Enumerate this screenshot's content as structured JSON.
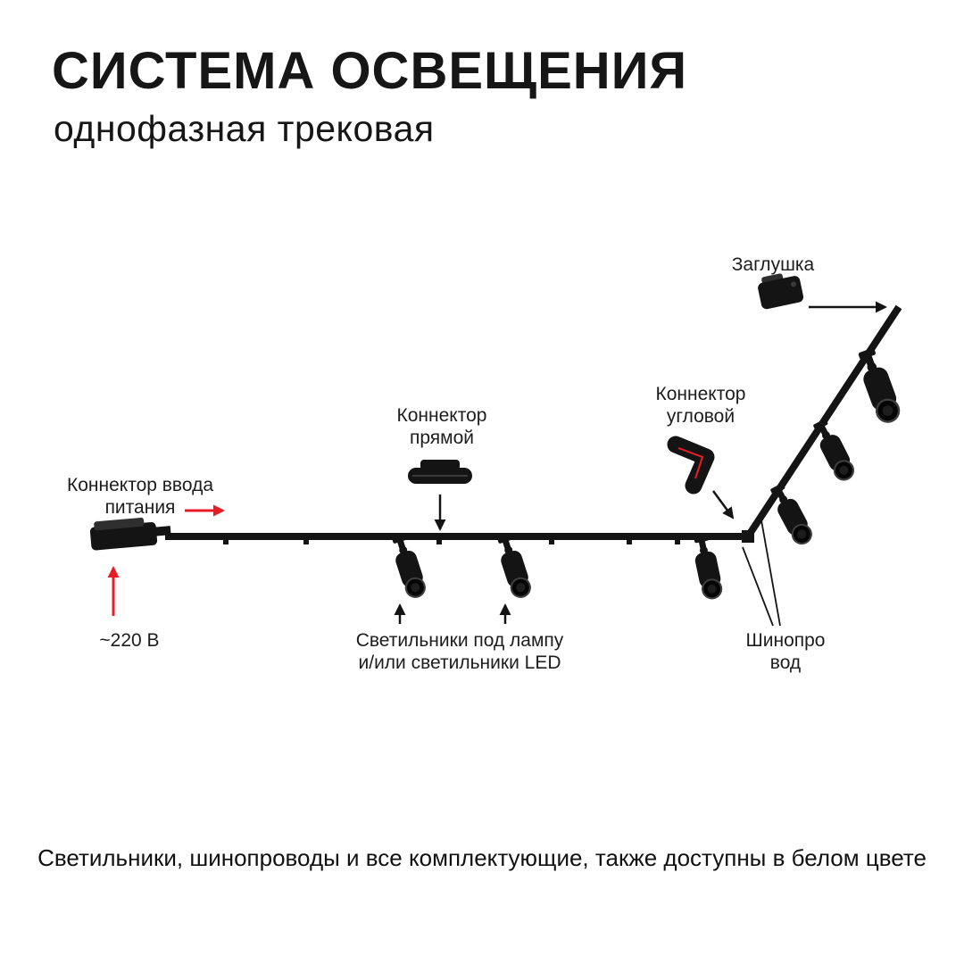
{
  "header": {
    "title": "СИСТЕМА ОСВЕЩЕНИЯ",
    "subtitle": "однофазная трековая"
  },
  "diagram": {
    "labels": {
      "end_cap": [
        "Заглушка"
      ],
      "corner_connector": [
        "Коннектор",
        "угловой"
      ],
      "straight_connector": [
        "Коннектор",
        "прямой"
      ],
      "power_input_connector": [
        "Коннектор ввода",
        "питания"
      ],
      "voltage": [
        "~220 В"
      ],
      "fixtures": [
        "Светильники под лампу",
        "и/или светильники LED"
      ],
      "busbar": [
        "Шинопро",
        "вод"
      ]
    },
    "colors": {
      "ink": "#141414",
      "arrow_red": "#e81c24",
      "background": "#ffffff"
    }
  },
  "footer": {
    "note": "Светильники, шинопроводы и все комплектующие, также доступны в белом цвете"
  }
}
